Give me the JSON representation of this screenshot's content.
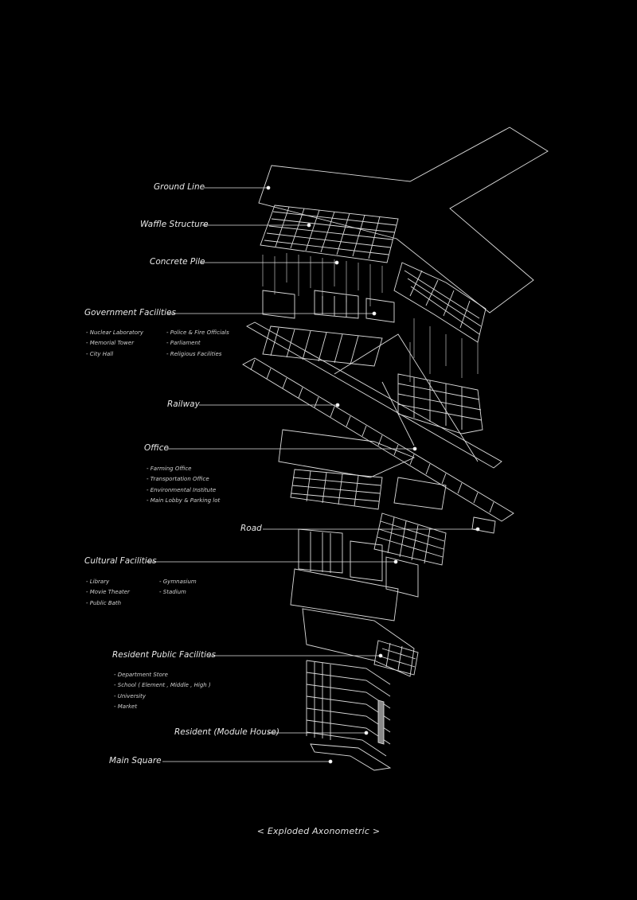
{
  "callouts": [
    {
      "id": "ground-line",
      "label": "Ground Line"
    },
    {
      "id": "waffle-structure",
      "label": "Waffle Structure"
    },
    {
      "id": "concrete-pile",
      "label": "Concrete Pile"
    },
    {
      "id": "government-facilities",
      "label": "Government Facilities",
      "items_left": [
        "- Nuclear Laboratory",
        "- Memorial Tower",
        "- City Hall"
      ],
      "items_right": [
        "- Police & Fire Officials",
        "- Parliament",
        "- Religious Facilities"
      ]
    },
    {
      "id": "railway",
      "label": "Railway"
    },
    {
      "id": "office",
      "label": "Office",
      "items_left": [
        "- Farming Office",
        "- Transportation Office",
        "- Environmental Institute",
        "- Main Lobby & Parking lot"
      ]
    },
    {
      "id": "road",
      "label": "Road"
    },
    {
      "id": "cultural-facilities",
      "label": "Cultural Facilities",
      "items_left": [
        "- Library",
        "- Movie Theater",
        "- Public Bath"
      ],
      "items_right": [
        "- Gymnasium",
        "- Stadium"
      ]
    },
    {
      "id": "resident-public-facilities",
      "label": "Resident Public Facilities",
      "items_left": [
        "- Department Store",
        "- School ( Element , Middle , High )",
        "- University",
        "- Market"
      ]
    },
    {
      "id": "resident",
      "label": "Resident  (Module House)"
    },
    {
      "id": "main-square",
      "label": "Main Square"
    }
  ],
  "caption": "<  Exploded Axonometric  >",
  "colors": {
    "background": "#000000",
    "line": "#e6e6e6"
  }
}
